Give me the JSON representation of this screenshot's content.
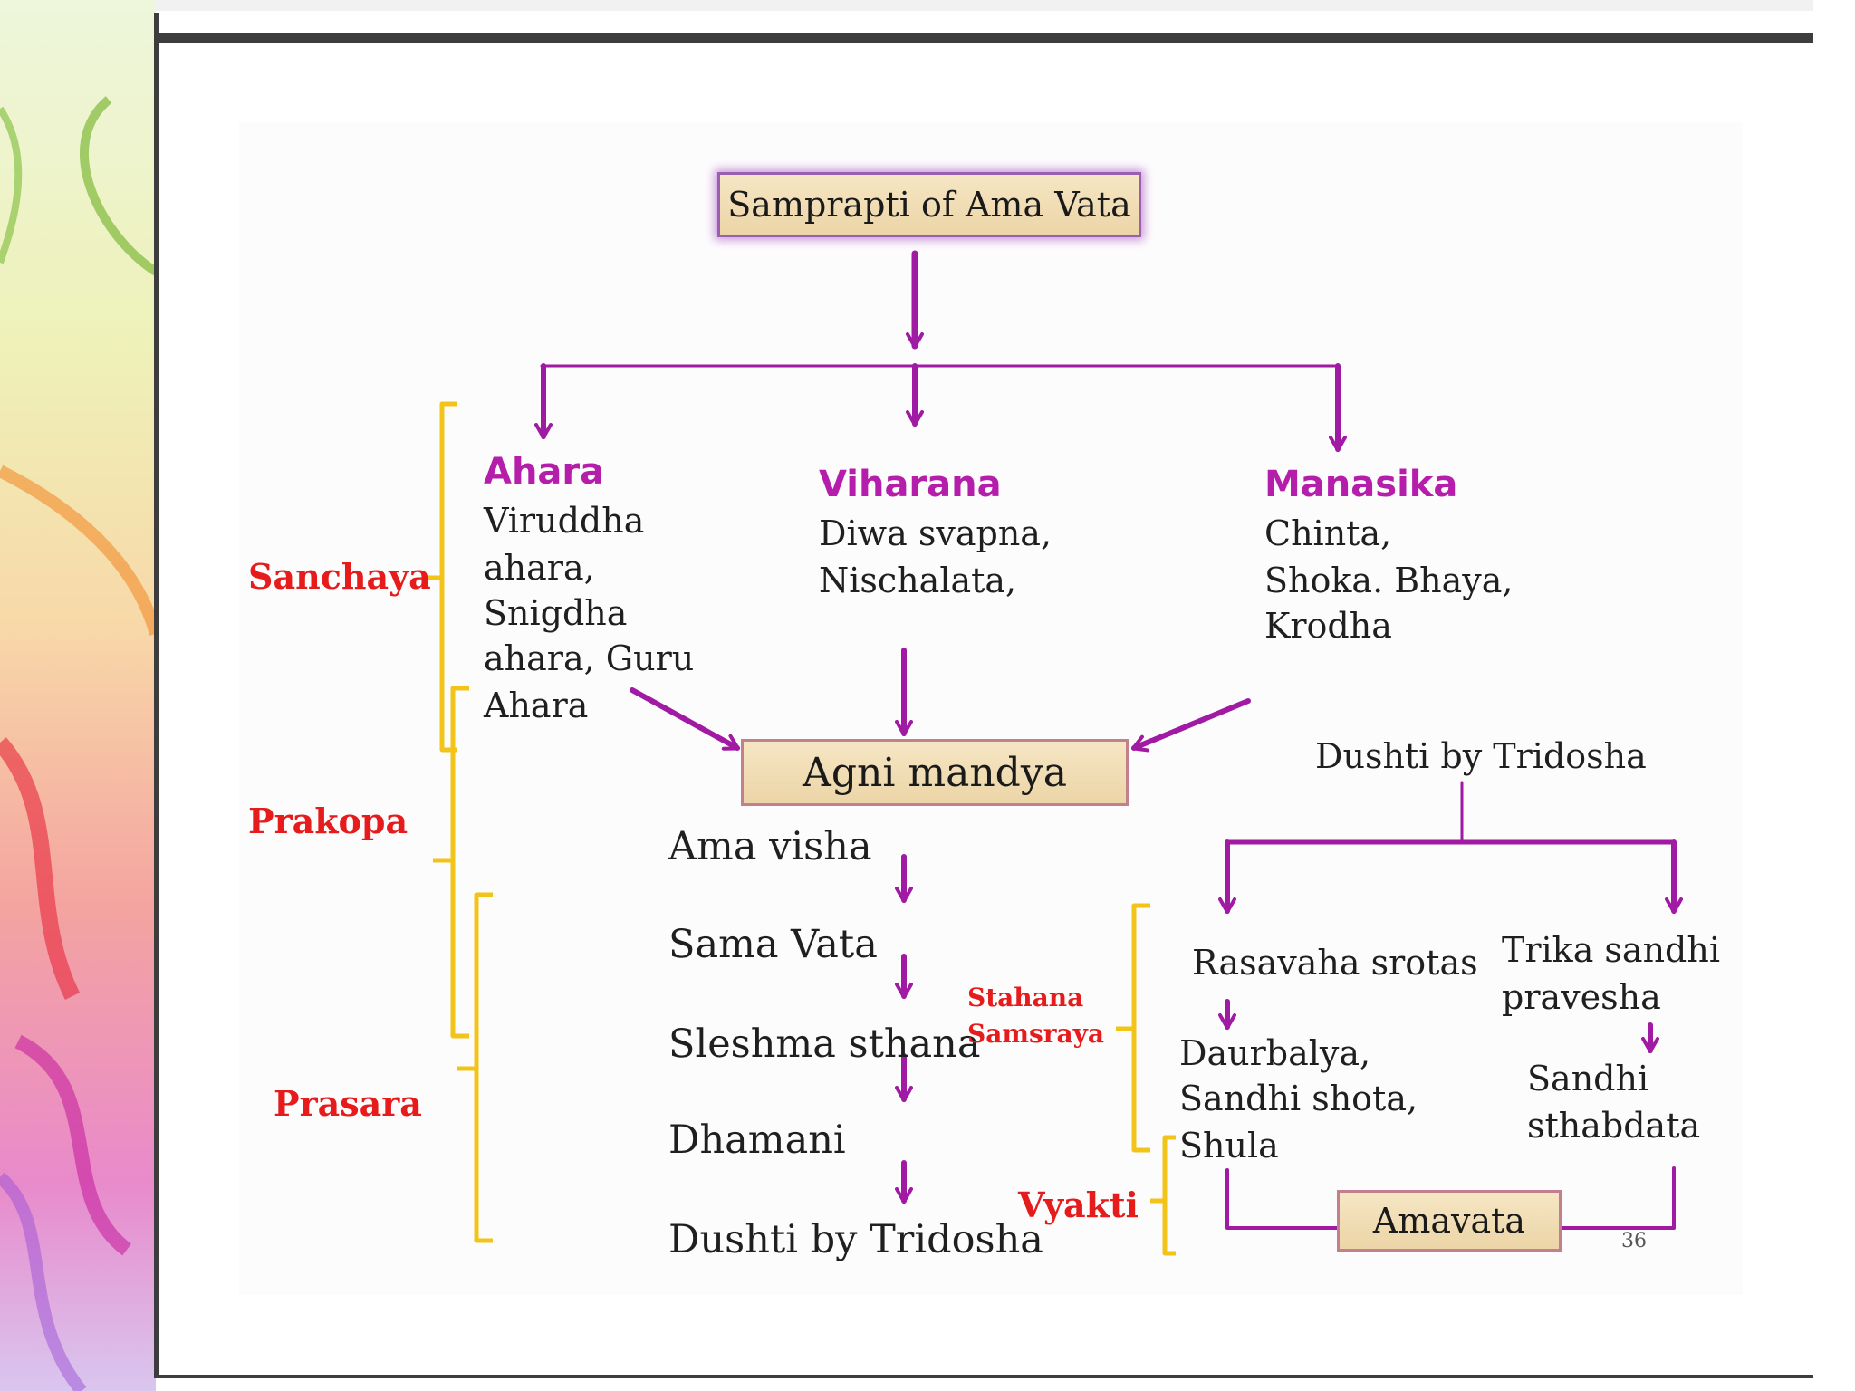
{
  "title": "Samprapti of Ama Vata",
  "causes": [
    {
      "heading": "Ahara",
      "lines": [
        "Viruddha",
        "ahara,",
        "Snigdha",
        "ahara, Guru",
        "Ahara"
      ]
    },
    {
      "heading": "Viharana",
      "lines": [
        "Diwa svapna,",
        "Nischalata,"
      ]
    },
    {
      "heading": "Manasika",
      "lines": [
        "Chinta,",
        "Shoka. Bhaya,",
        "Krodha"
      ]
    }
  ],
  "agni_box": "Agni mandya",
  "flow_steps": [
    "Ama visha",
    "Sama Vata",
    "Sleshma sthana",
    "Dhamani",
    "Dushti by Tridosha"
  ],
  "stages": {
    "sanchaya": "Sanchaya",
    "prakopa": "Prakopa",
    "prasara": "Prasara",
    "stahana": [
      "Stahana",
      "Samsraya"
    ],
    "vyakti": "Vyakti"
  },
  "right_branch": {
    "heading": "Dushti by Tridosha",
    "left": {
      "top": "Rasavaha srotas",
      "lines": [
        "Daurbalya,",
        "Sandhi shota,",
        "Shula"
      ]
    },
    "right": {
      "top": [
        "Trika sandhi",
        "pravesha"
      ],
      "lines": [
        "Sandhi",
        "sthabdata"
      ]
    }
  },
  "final_box": "Amavata",
  "slide_number": "36",
  "colors": {
    "arrow": "#a01aa3",
    "bracket": "#f2c318",
    "stage_text": "#e61b1b",
    "category_text": "#b51dab",
    "box_fill": "#f0dcb2"
  }
}
